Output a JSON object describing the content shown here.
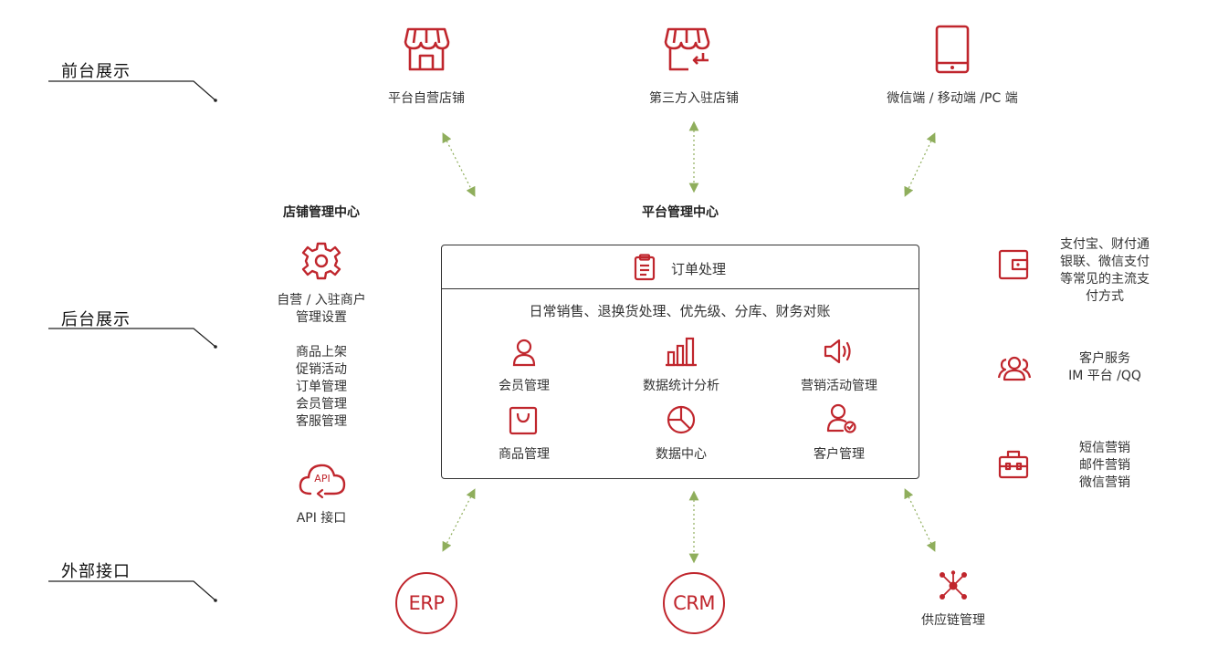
{
  "rows": {
    "front": "前台展示",
    "back": "后台展示",
    "external": "外部接口"
  },
  "top": {
    "self_store": "平台自营店铺",
    "third_party": "第三方入驻店铺",
    "devices": "微信端 / 移动端 /PC 端"
  },
  "store_center": {
    "title": "店铺管理中心",
    "settings_lines": [
      "自营 / 入驻商户",
      "管理设置"
    ],
    "functions": [
      "商品上架",
      "促销活动",
      "订单管理",
      "会员管理",
      "客服管理"
    ],
    "api_label": "API 接口",
    "api_icon_text": "API"
  },
  "platform_center": {
    "title": "平台管理中心",
    "order_header": "订单处理",
    "order_desc": "日常销售、退换货处理、优先级、分库、财务对账",
    "modules": [
      "会员管理",
      "数据统计分析",
      "营销活动管理",
      "商品管理",
      "数据中心",
      "客户管理"
    ]
  },
  "right_services": {
    "payment_lines": [
      "支付宝、财付通",
      "银联、微信支付",
      "等常见的主流支",
      "付方式"
    ],
    "service_lines": [
      "客户服务",
      "IM 平台 /QQ"
    ],
    "marketing_lines": [
      "短信营销",
      "邮件营销",
      "微信营销"
    ]
  },
  "bottom": {
    "erp": "ERP",
    "crm": "CRM",
    "supply_chain": "供应链管理"
  },
  "colors": {
    "accent_red": "#c0262d",
    "arrow_green": "#8fae5c",
    "line_dark": "#222222"
  },
  "icons": {
    "store": "storefront-icon",
    "store_exchange": "storefront-exchange-icon",
    "tablet": "tablet-icon",
    "gear": "gear-icon",
    "cloud_api": "cloud-api-icon",
    "clipboard": "clipboard-icon",
    "user": "user-icon",
    "bar_chart": "bar-chart-icon",
    "speaker": "speaker-icon",
    "bag": "shopping-bag-icon",
    "pie": "pie-chart-icon",
    "user_check": "user-check-icon",
    "wallet": "wallet-icon",
    "users": "users-icon",
    "toolbox": "toolbox-icon",
    "network": "network-icon"
  }
}
